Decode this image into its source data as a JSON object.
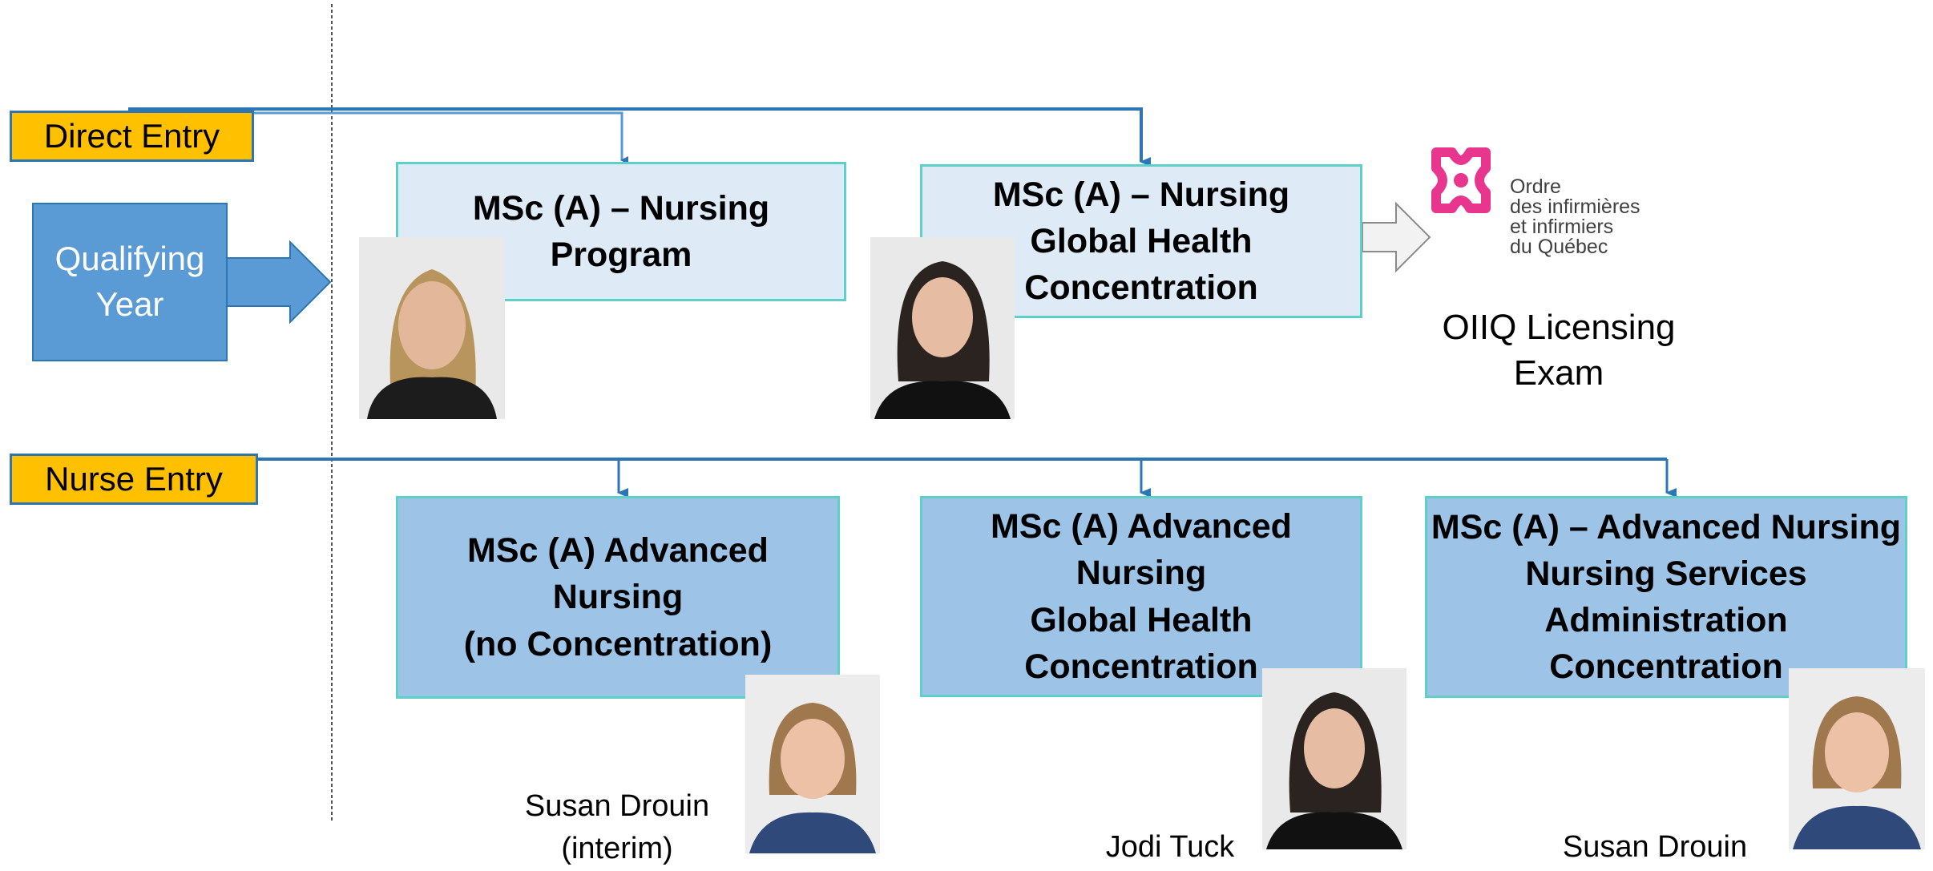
{
  "entries": {
    "direct": "Direct Entry",
    "nurse": "Nurse Entry"
  },
  "qualifying_year": "Qualifying\nYear",
  "programs": {
    "direct_nursing": "MSc (A) – Nursing\nProgram",
    "direct_global_health": "MSc (A) – Nursing\nGlobal Health\nConcentration",
    "adv_no_concentration": "MSc (A) Advanced\nNursing\n(no Concentration)",
    "adv_global_health": "MSc (A) Advanced\nNursing\nGlobal Health\nConcentration",
    "adv_admin": "MSc (A) – Advanced Nursing\nNursing Services\nAdministration\nConcentration"
  },
  "licensing": {
    "logo_text": "Ordre\ndes infirmières\net infirmiers\ndu Québec",
    "exam": "OIIQ Licensing\nExam"
  },
  "captions": {
    "adv_no_concentration": "Susan Drouin\n(interim)",
    "adv_global_health": "Jodi Tuck",
    "adv_admin": "Susan Drouin"
  },
  "colors": {
    "entry_label": "#ffc000",
    "connector": "#2e75b6",
    "qualifying_box": "#5b9bd5",
    "program_light": "#deebf7",
    "program_mid": "#9dc3e6",
    "program_border": "#5fd0c8",
    "logo": "#e8368f"
  }
}
